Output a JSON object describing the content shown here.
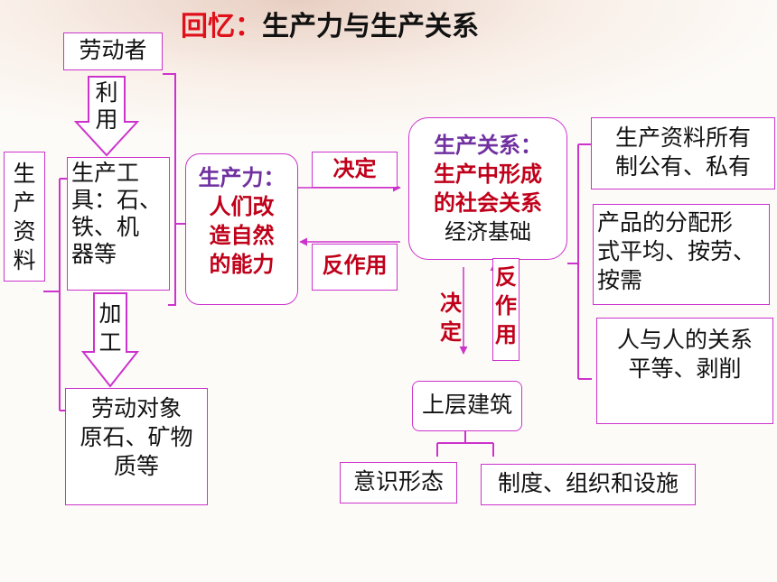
{
  "title": {
    "prefix": "回忆：",
    "main": "生产力与生产关系"
  },
  "nodes": {
    "laborer": "劳动者",
    "use": {
      "line1": "利",
      "line2": "用"
    },
    "means": {
      "line1": "生",
      "line2": "产",
      "line3": "资",
      "line4": "料"
    },
    "tools": {
      "line1": "生产工",
      "line2": "具：石、",
      "line3": "铁、机",
      "line4": "器等"
    },
    "process": {
      "line1": "加",
      "line2": "工"
    },
    "object": {
      "line1": "劳动对象",
      "line2": "原石、矿物",
      "line3": "质等"
    },
    "productive_force": {
      "label": "生产力：",
      "line1": "人们改",
      "line2": "造自然",
      "line3": "的能力"
    },
    "decides_h": "决定",
    "reacts_h": "反作用",
    "relations": {
      "label": "生产关系：",
      "line1": "生产中形成",
      "line2": "的社会关系",
      "line3": "经济基础"
    },
    "ownership": {
      "line1": "生产资料所有",
      "line2": "制公有、私有"
    },
    "distribution": {
      "line1": "产品的分配形",
      "line2": "式平均、按劳、",
      "line3": "按需"
    },
    "human": {
      "line1": "人与人的关系",
      "line2": "平等、剥削"
    },
    "decides_v": {
      "line1": "决",
      "line2": "定"
    },
    "reacts_v": {
      "line1": "反",
      "line2": "作",
      "line3": "用"
    },
    "superstructure": "上层建筑",
    "ideology": "意识形态",
    "institutions": "制度、组织和设施"
  },
  "colors": {
    "accent_red": "#e0101a",
    "border_magenta": "#cc33cc",
    "text_dark_red": "#c0001a",
    "label_purple": "#7030a0"
  }
}
